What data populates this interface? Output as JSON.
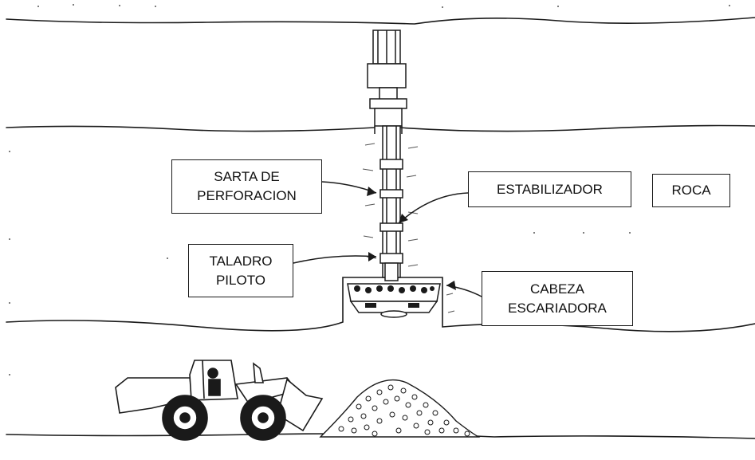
{
  "labels": {
    "drill_string": [
      "SARTA DE",
      "PERFORACION"
    ],
    "stabilizer": "ESTABILIZADOR",
    "rock": "ROCA",
    "pilot_hole": [
      "TALADRO",
      "PILOTO"
    ],
    "reamer_head": [
      "CABEZA",
      "ESCARIADORA"
    ]
  },
  "colors": {
    "line": "#1a1a1a",
    "fill": "#ffffff",
    "shade": "#555555"
  },
  "icons": [
    "drill-rig-icon",
    "drill-pipe-icon",
    "reamer-head-icon",
    "loader-icon",
    "muck-pile-icon"
  ]
}
